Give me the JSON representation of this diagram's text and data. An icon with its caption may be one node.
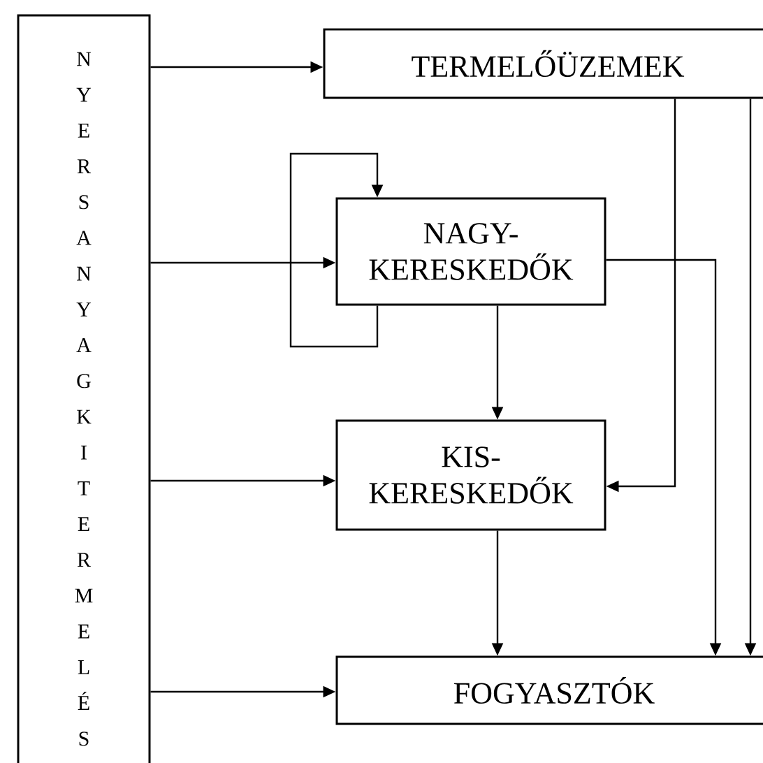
{
  "diagram": {
    "nodes": [
      {
        "text": [
          "NYERSANYAGKITERMELÉS"
        ]
      },
      {
        "text": [
          "TERMELŐÜZEMEK"
        ]
      },
      {
        "text": [
          "NAGY- KERESKEDŐK"
        ]
      },
      {
        "text": [
          "KIS- KERESKEDŐK"
        ]
      },
      {
        "text": [
          "FOGYASZTÓK"
        ]
      }
    ],
    "edges": [
      {
        "from": 0,
        "to": 1,
        "arrow": "to"
      },
      {
        "from": 0,
        "to": 2,
        "arrow": "to"
      },
      {
        "from": 0,
        "to": 3,
        "arrow": "to"
      },
      {
        "from": 0,
        "to": 4,
        "arrow": "to"
      },
      {
        "from": 2,
        "to": 2,
        "arrow": "to"
      },
      {
        "from": 2,
        "to": 3,
        "arrow": "to"
      },
      {
        "from": 3,
        "to": 4,
        "arrow": "to"
      },
      {
        "from": 1,
        "to": 3,
        "arrow": "to"
      },
      {
        "from": 1,
        "to": 4,
        "arrow": "to"
      },
      {
        "from": 2,
        "to": 4,
        "arrow": "to"
      }
    ]
  }
}
